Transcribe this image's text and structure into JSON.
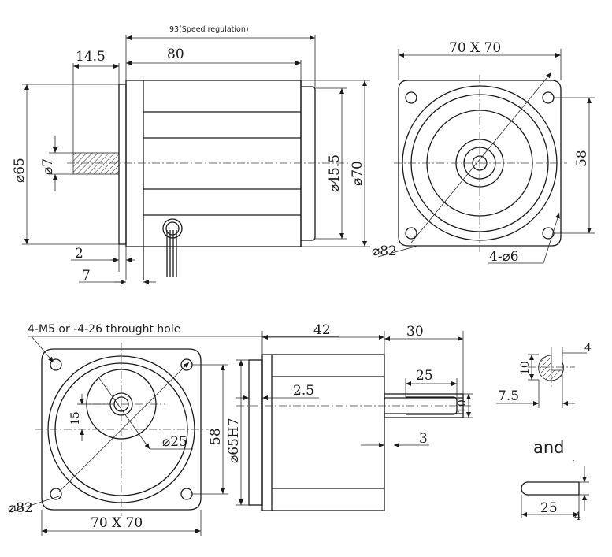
{
  "notes": {
    "speed_regulation": "93(Speed regulation)",
    "mount_hole": "4-M5 or -4-26 throught hole",
    "and": "and"
  },
  "motor_side": {
    "d_shaft_len": "14.5",
    "d_body_len": "80",
    "d_flange_dia": "⌀65",
    "d_shaft_dia": "⌀7",
    "d_rear_dia": "⌀45.5",
    "d_body_dia": "⌀70",
    "d_flange_thk": "2",
    "d_pilot": "7"
  },
  "motor_front": {
    "d_square": "70 X 70",
    "d_hole_spacing": "58",
    "d_pcd": "⌀82",
    "d_holes": "4-⌀6"
  },
  "gearbox_front": {
    "d_bore": "⌀25",
    "d_offset": "15",
    "d_hole_spacing": "58",
    "d_pcd": "⌀82",
    "d_square": "70 X 70"
  },
  "gearbox_side": {
    "d_body_len": "42",
    "d_shaft_len": "30",
    "d_key_len": "25",
    "d_flange_thk": "2.5",
    "d_spigot": "⌀65H7",
    "d_shaft_dia": "10",
    "d_shoulder": "3"
  },
  "shaft_section": {
    "d_key": "4",
    "d_dia": "10",
    "d_depth": "7.5"
  },
  "key_detail": {
    "d_len": "25",
    "d_h": "4"
  }
}
